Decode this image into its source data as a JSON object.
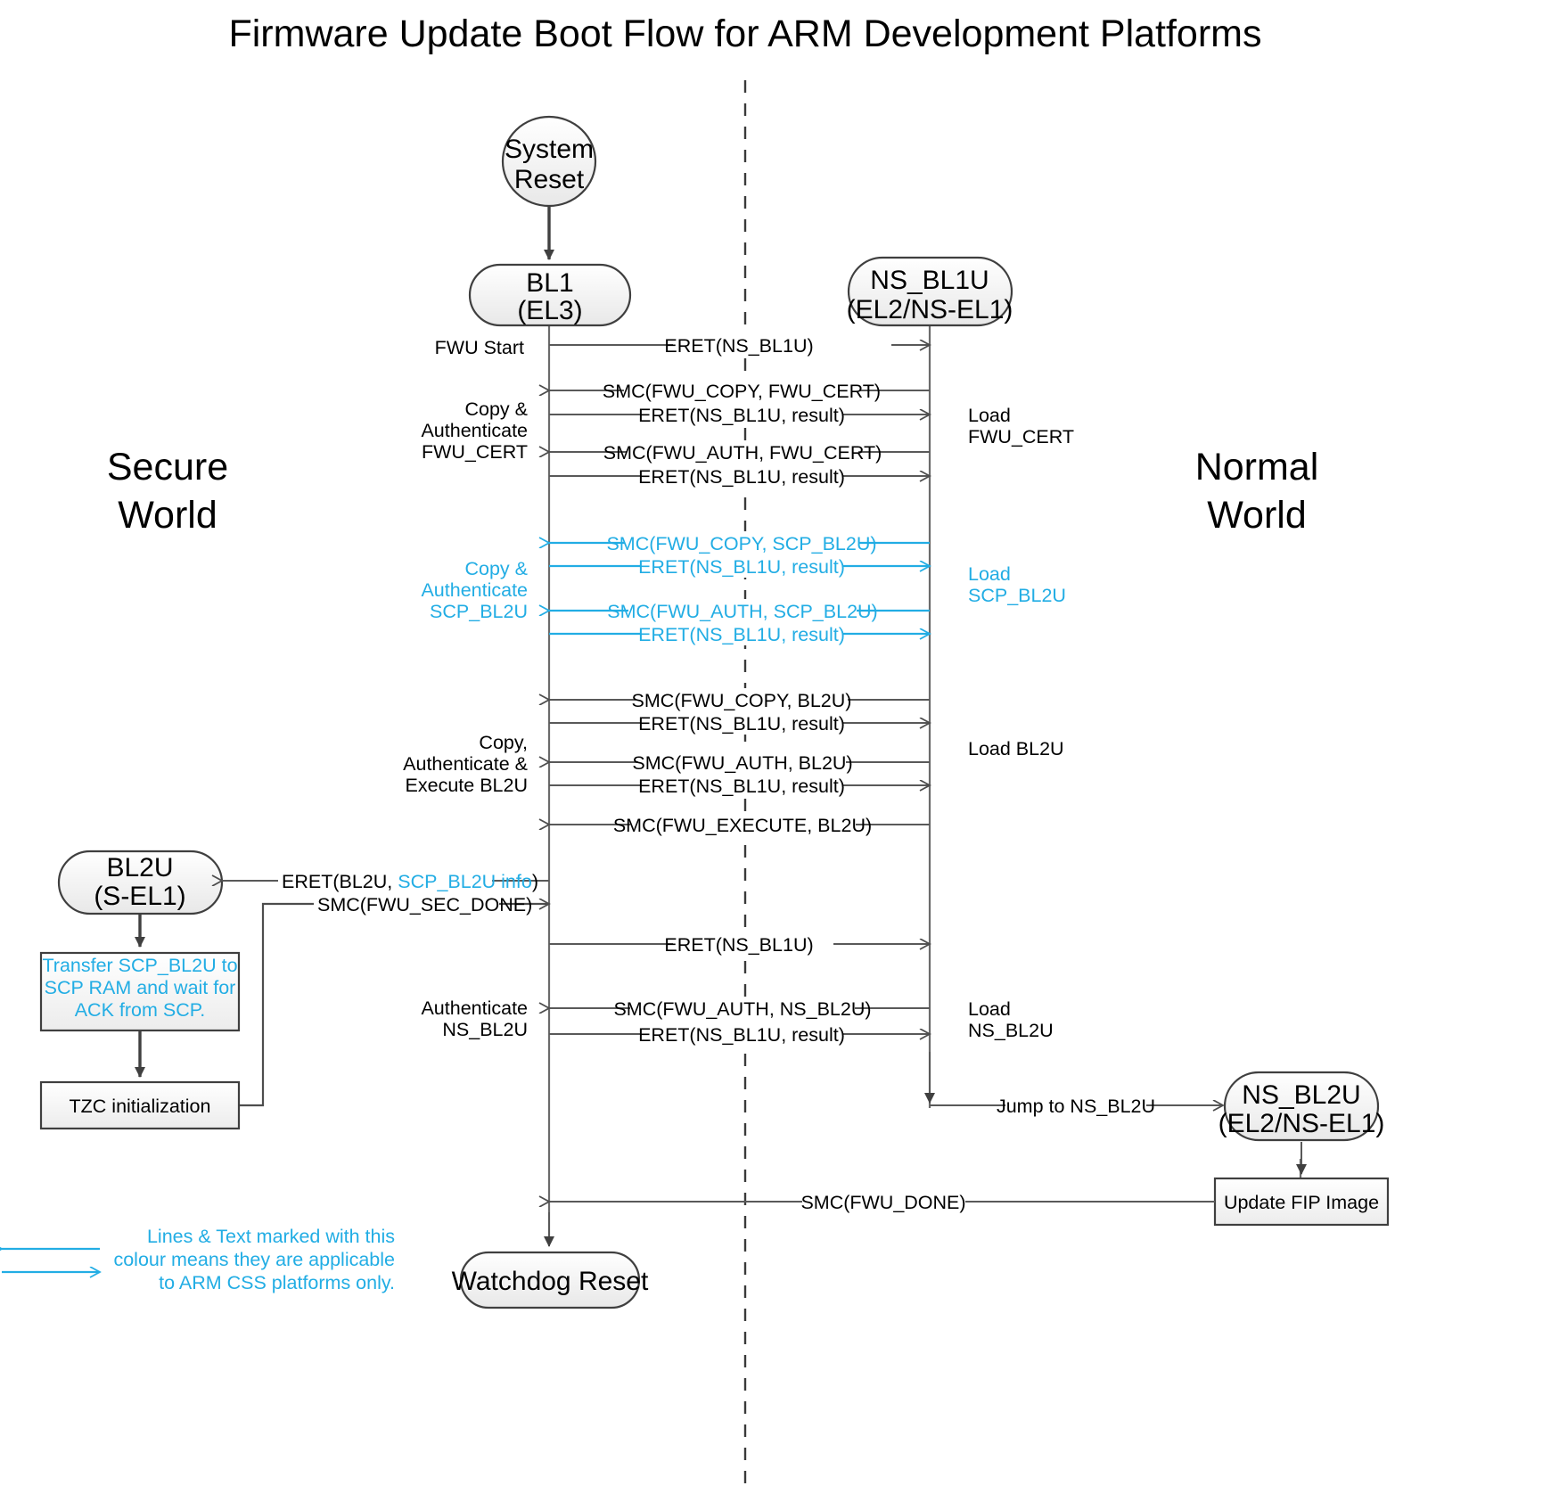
{
  "title": "Firmware Update Boot Flow for ARM Development Platforms",
  "colors": {
    "css_accent": "#22ADE4",
    "line": "#4d4d4d",
    "lifeline": "#6b6b6b",
    "node_fill_top": "#ffffff",
    "node_fill_bottom": "#ebebeb",
    "divider": "#3a3a3a"
  },
  "worlds": {
    "secure": "Secure\nWorld",
    "secure_line1": "Secure",
    "secure_line2": "World",
    "normal_line1": "Normal",
    "normal_line2": "World"
  },
  "nodes": {
    "system_reset_l1": "System",
    "system_reset_l2": "Reset",
    "bl1_l1": "BL1",
    "bl1_l2": "(EL3)",
    "ns_bl1u_l1": "NS_BL1U",
    "ns_bl1u_l2": "(EL2/NS-EL1)",
    "bl2u_l1": "BL2U",
    "bl2u_l2": "(S-EL1)",
    "ns_bl2u_l1": "NS_BL2U",
    "ns_bl2u_l2": "(EL2/NS-EL1)",
    "watchdog_reset": "Watchdog Reset",
    "update_fip_image": "Update FIP Image"
  },
  "process_boxes": {
    "transfer_scp_l1": "Transfer SCP_BL2U to",
    "transfer_scp_l2": "SCP RAM and wait for",
    "transfer_scp_l3": "ACK from SCP.",
    "tzc_init": "TZC initialization"
  },
  "left_annotations": {
    "fwu_start": "FWU Start",
    "copy_auth_cert_l1": "Copy &",
    "copy_auth_cert_l2": "Authenticate",
    "copy_auth_cert_l3": "FWU_CERT",
    "copy_auth_scp_l1": "Copy &",
    "copy_auth_scp_l2": "Authenticate",
    "copy_auth_scp_l3": "SCP_BL2U",
    "copy_auth_exec_l1": "Copy,",
    "copy_auth_exec_l2": "Authenticate &",
    "copy_auth_exec_l3": "Execute BL2U",
    "auth_ns_bl2u_l1": "Authenticate",
    "auth_ns_bl2u_l2": "NS_BL2U"
  },
  "right_annotations": {
    "load_fwu_cert_l1": "Load",
    "load_fwu_cert_l2": "FWU_CERT",
    "load_scp_bl2u_l1": "Load",
    "load_scp_bl2u_l2": "SCP_BL2U",
    "load_bl2u": "Load BL2U",
    "load_ns_bl2u_l1": "Load",
    "load_ns_bl2u_l2": "NS_BL2U"
  },
  "messages": {
    "m1": "ERET(NS_BL1U)",
    "m2": "SMC(FWU_COPY, FWU_CERT)",
    "m3": "ERET(NS_BL1U, result)",
    "m4": "SMC(FWU_AUTH, FWU_CERT)",
    "m5": "ERET(NS_BL1U, result)",
    "m6": "SMC(FWU_COPY, SCP_BL2U)",
    "m7": "ERET(NS_BL1U, result)",
    "m8": "SMC(FWU_AUTH, SCP_BL2U)",
    "m9": "ERET(NS_BL1U, result)",
    "m10": "SMC(FWU_COPY, BL2U)",
    "m11": "ERET(NS_BL1U, result)",
    "m12": "SMC(FWU_AUTH, BL2U)",
    "m13": "ERET(NS_BL1U, result)",
    "m14": "SMC(FWU_EXECUTE, BL2U)",
    "m15_a": "ERET(BL2U, ",
    "m15_b": "SCP_BL2U info",
    "m15_c": ")",
    "m16": "SMC(FWU_SEC_DONE)",
    "m17": "ERET(NS_BL1U)",
    "m18": "SMC(FWU_AUTH, NS_BL2U)",
    "m19": "ERET(NS_BL1U, result)",
    "m20": "Jump to NS_BL2U",
    "m21": "SMC(FWU_DONE)"
  },
  "legend": {
    "l1": "Lines & Text marked with this",
    "l2": "colour means they are applicable",
    "l3": "to ARM CSS platforms only."
  }
}
